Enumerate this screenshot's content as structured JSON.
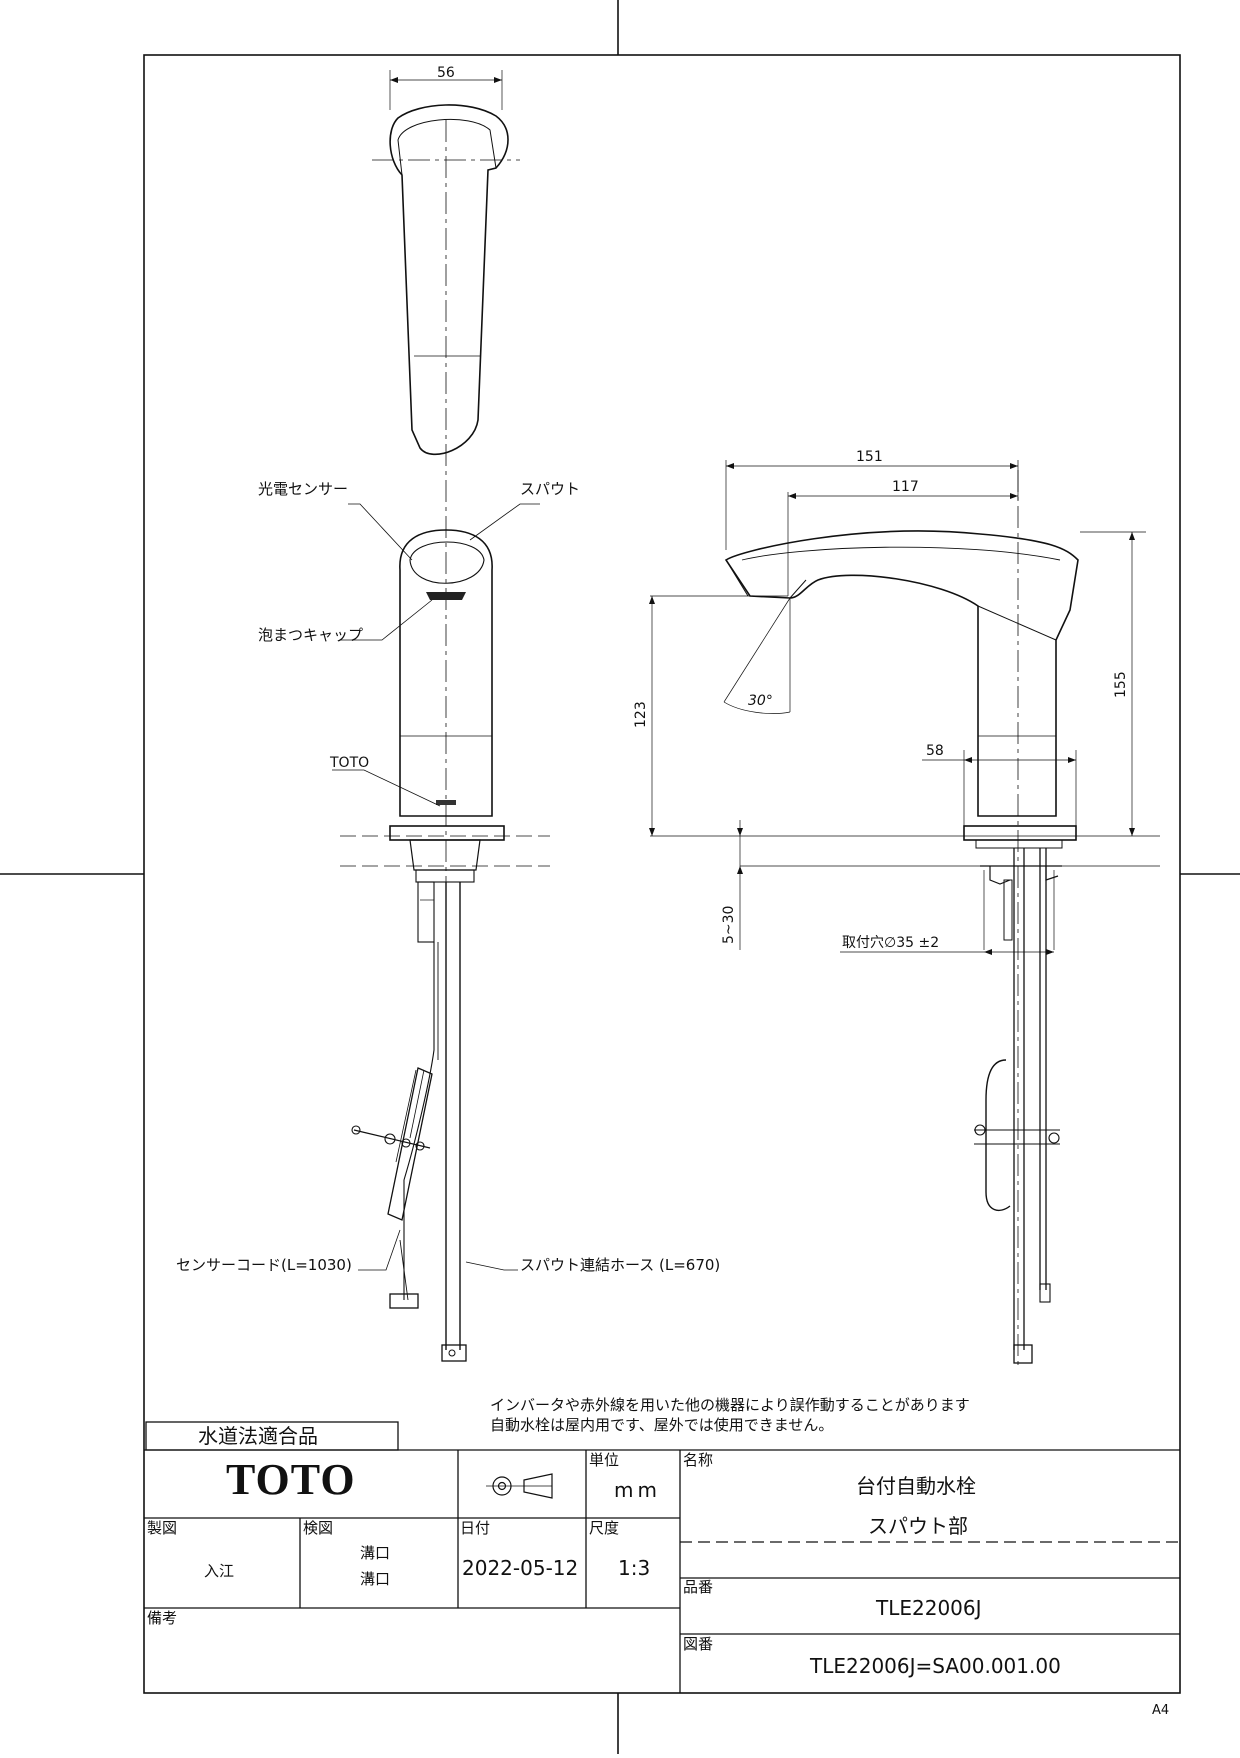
{
  "front_view": {
    "width_dim": "56",
    "labels": {
      "photo_sensor": "光電センサー",
      "spout": "スパウト",
      "aerator_cap": "泡まつキャップ",
      "brand_mark": "TOTO",
      "sensor_cord": "センサーコード(L=1030)",
      "spout_hose": "スパウト連結ホース (L=670)"
    }
  },
  "side_view": {
    "dims": {
      "reach_total": "151",
      "reach_outlet": "117",
      "outlet_height": "123",
      "total_height": "155",
      "base_width": "58",
      "deck_thickness": "5~30",
      "angle": "30°",
      "mount_hole": "取付穴∅35 ±2"
    }
  },
  "notes": {
    "line1": "インバータや赤外線を用いた他の機器により誤作動することがあります",
    "line2": "自動水栓は屋内用です、屋外では使用できません。"
  },
  "title_block": {
    "compliance": "水道法適合品",
    "logo": "TOTO",
    "unit_label": "単位",
    "unit_value": "mm",
    "name_label": "名称",
    "name_line1": "台付自動水栓",
    "name_line2": "スパウト部",
    "drawn_label": "製図",
    "drawn_value": "入江",
    "checked_label": "検図",
    "checked_value1": "溝口",
    "checked_value2": "溝口",
    "date_label": "日付",
    "date_value": "2022-05-12",
    "scale_label": "尺度",
    "scale_value": "1:3",
    "part_no_label": "品番",
    "part_no_value": "TLE22006J",
    "remarks_label": "備考",
    "drawing_no_label": "図番",
    "drawing_no_value": "TLE22006J=SA00.001.00"
  },
  "sheet_size": "A4"
}
